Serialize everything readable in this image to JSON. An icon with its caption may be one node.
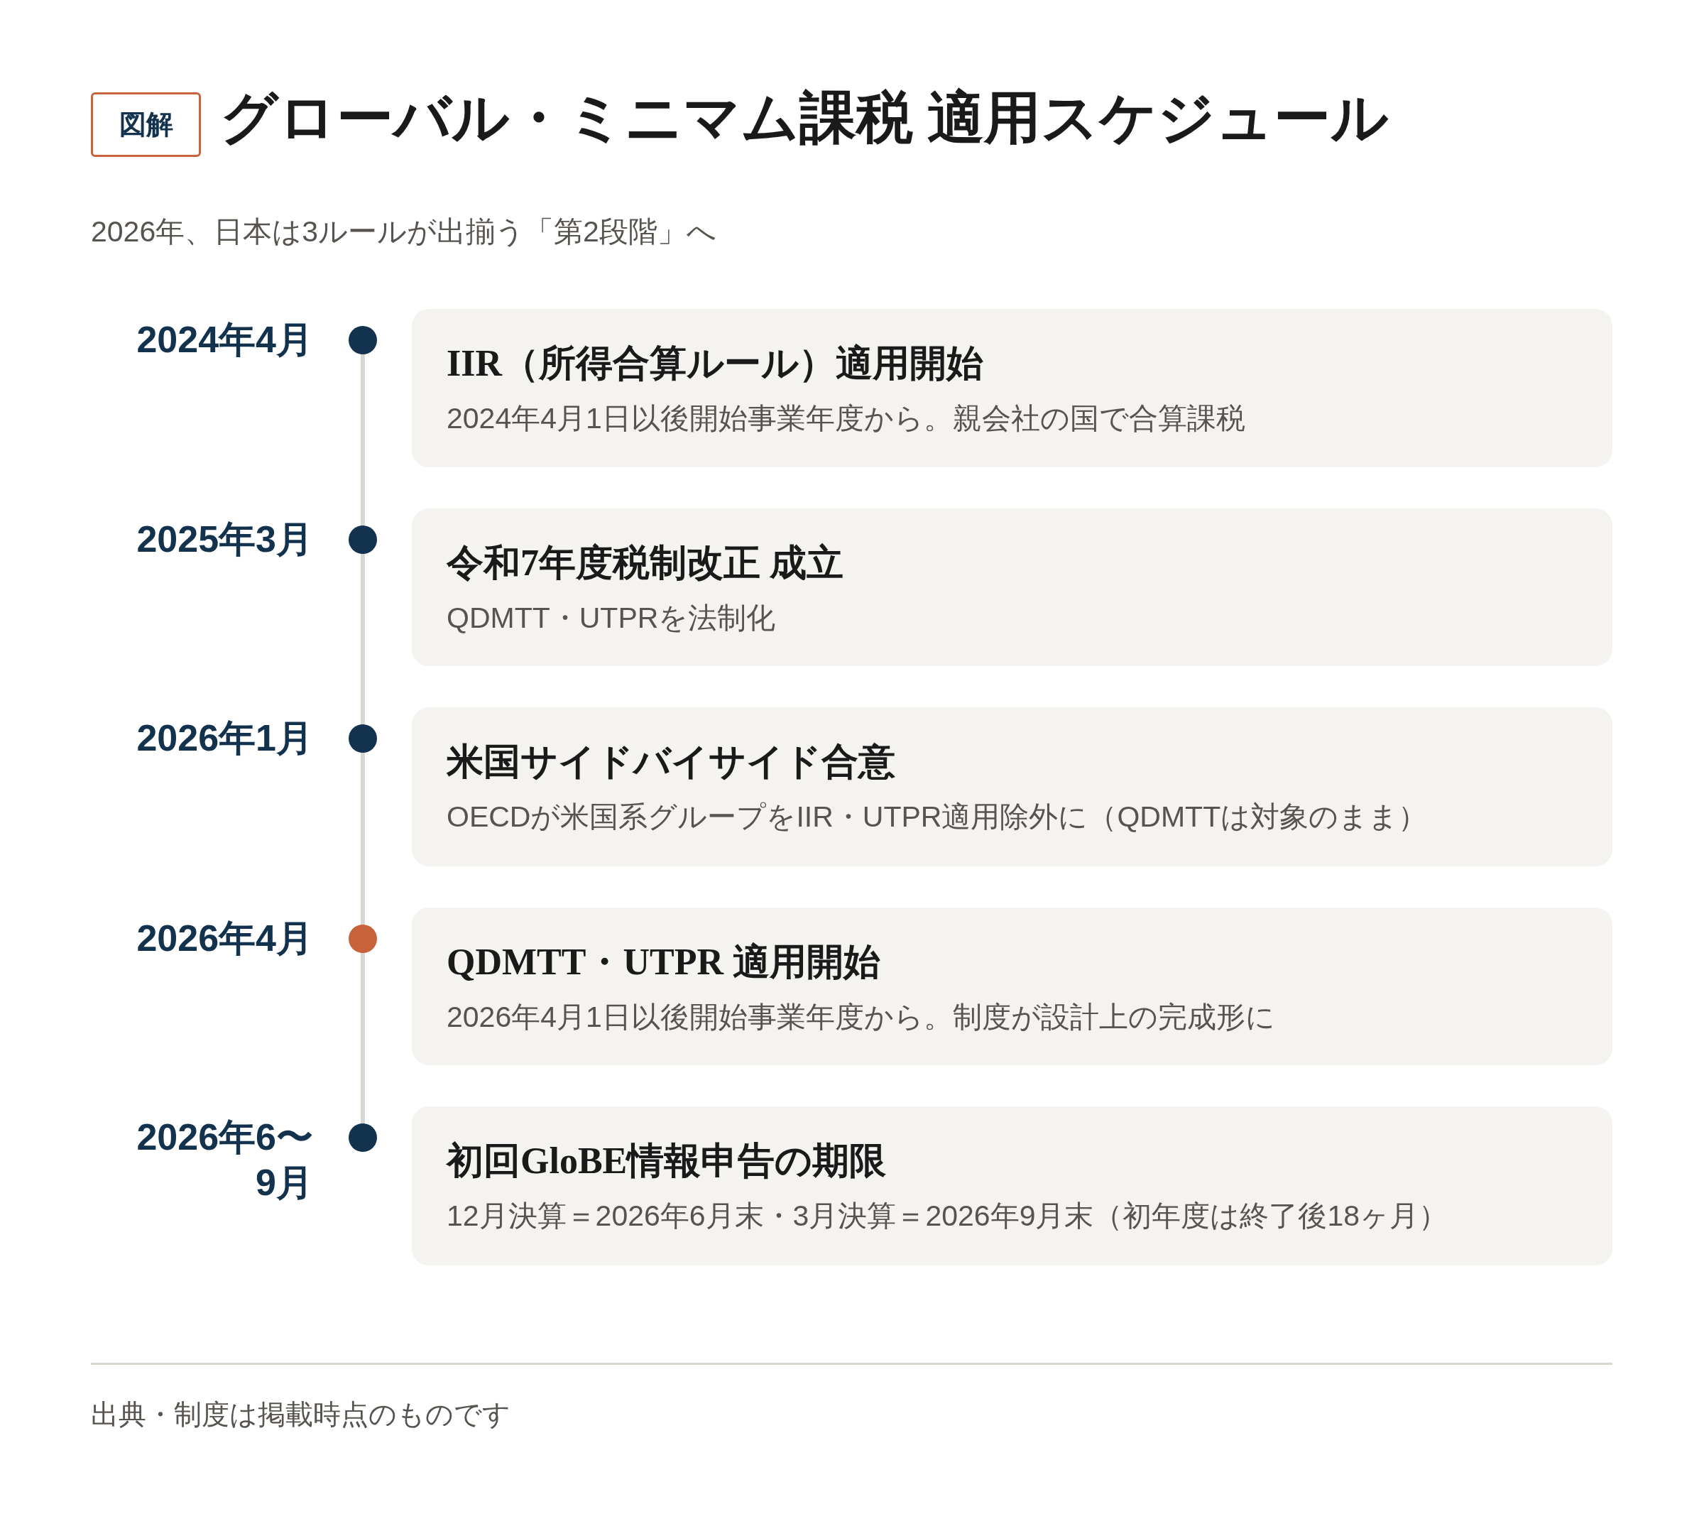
{
  "diagram": {
    "title": "グローバル・ミニマム課税 適用スケジュール",
    "nodes": [
      {
        "text": [
          "図解"
        ]
      },
      {
        "text": [
          "IIR（所得合算ルール）適用開始",
          "2024年4月1日以後開始事業年度から。親会社の国で合算課税"
        ],
        "beside": [
          "2024年4月"
        ]
      },
      {
        "text": [
          "令和7年度税制改正 成立",
          "QDMTT・UTPRを法制化"
        ],
        "beside": [
          "2025年3月"
        ]
      },
      {
        "text": [
          "米国サイドバイサイド合意",
          "OECDが米国系グループをIIR・UTPR適用除外に（QDMTTは対象のまま）"
        ],
        "beside": [
          "2026年1月"
        ]
      },
      {
        "text": [
          "QDMTT・UTPR 適用開始",
          "2026年4月1日以後開始事業年度から。制度が設計上の完成形に"
        ],
        "beside": [
          "2026年4月"
        ]
      },
      {
        "text": [
          "初回GloBE情報申告の期限",
          "12月決算＝2026年6月末・3月決算＝2026年9月末（初年度は終了後18ヶ月）"
        ],
        "beside": [
          "2026年6〜9月"
        ]
      }
    ],
    "labels": [
      "2026年、日本は3ルールが出揃う「第2段階」へ",
      "出典・制度は掲載時点のものです"
    ]
  }
}
